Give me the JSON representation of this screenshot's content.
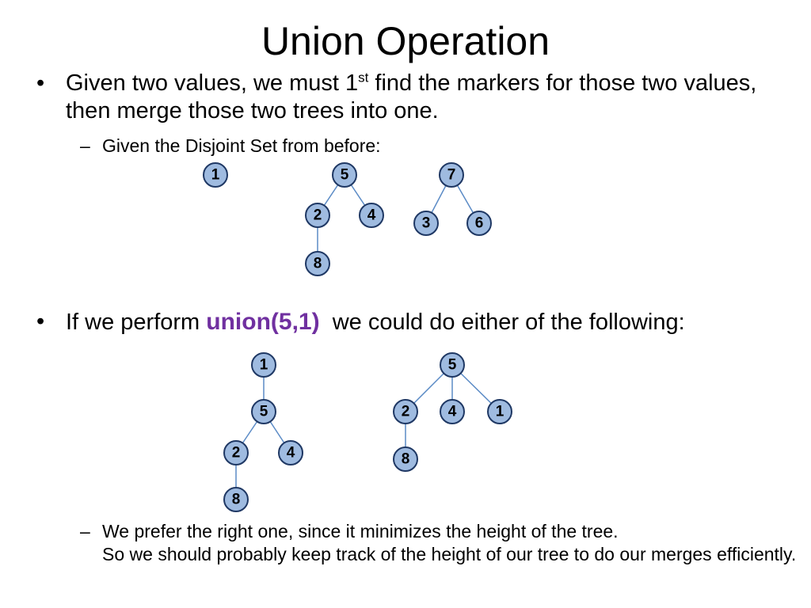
{
  "title": "Union Operation",
  "bullet1": {
    "marker": "•",
    "text_before": "Given two values, we must 1",
    "superscript": "st",
    "text_after": " find the markers for those two values, then merge those two trees into one."
  },
  "sub1": {
    "marker": "–",
    "text": "Given the Disjoint Set from before:"
  },
  "bullet2": {
    "marker": "•",
    "text_before": "If we perform ",
    "emphasis": "union(5,1)",
    "text_after": "  we could do either of the following:"
  },
  "sub2": {
    "marker": "–",
    "line1": "We prefer the right one, since it minimizes the height of the tree.",
    "line2": "So we should probably keep track of the height of our tree to do our merges efficiently."
  },
  "colors": {
    "node_fill": "#9fbbe0",
    "node_stroke": "#1f3864",
    "edge": "#5b8bc6",
    "emphasis": "#7030a0"
  },
  "trees": {
    "initial_1": {
      "root": "1"
    },
    "initial_5": {
      "root": "5",
      "children": [
        "2",
        "4"
      ],
      "grandchild_of_2": "8"
    },
    "initial_7": {
      "root": "7",
      "children": [
        "3",
        "6"
      ]
    },
    "option_left": {
      "root": "1",
      "child": "5",
      "grandchildren": [
        "2",
        "4"
      ],
      "great_grandchild": "8"
    },
    "option_right": {
      "root": "5",
      "children": [
        "2",
        "4",
        "1"
      ],
      "grandchild_of_2": "8"
    }
  }
}
